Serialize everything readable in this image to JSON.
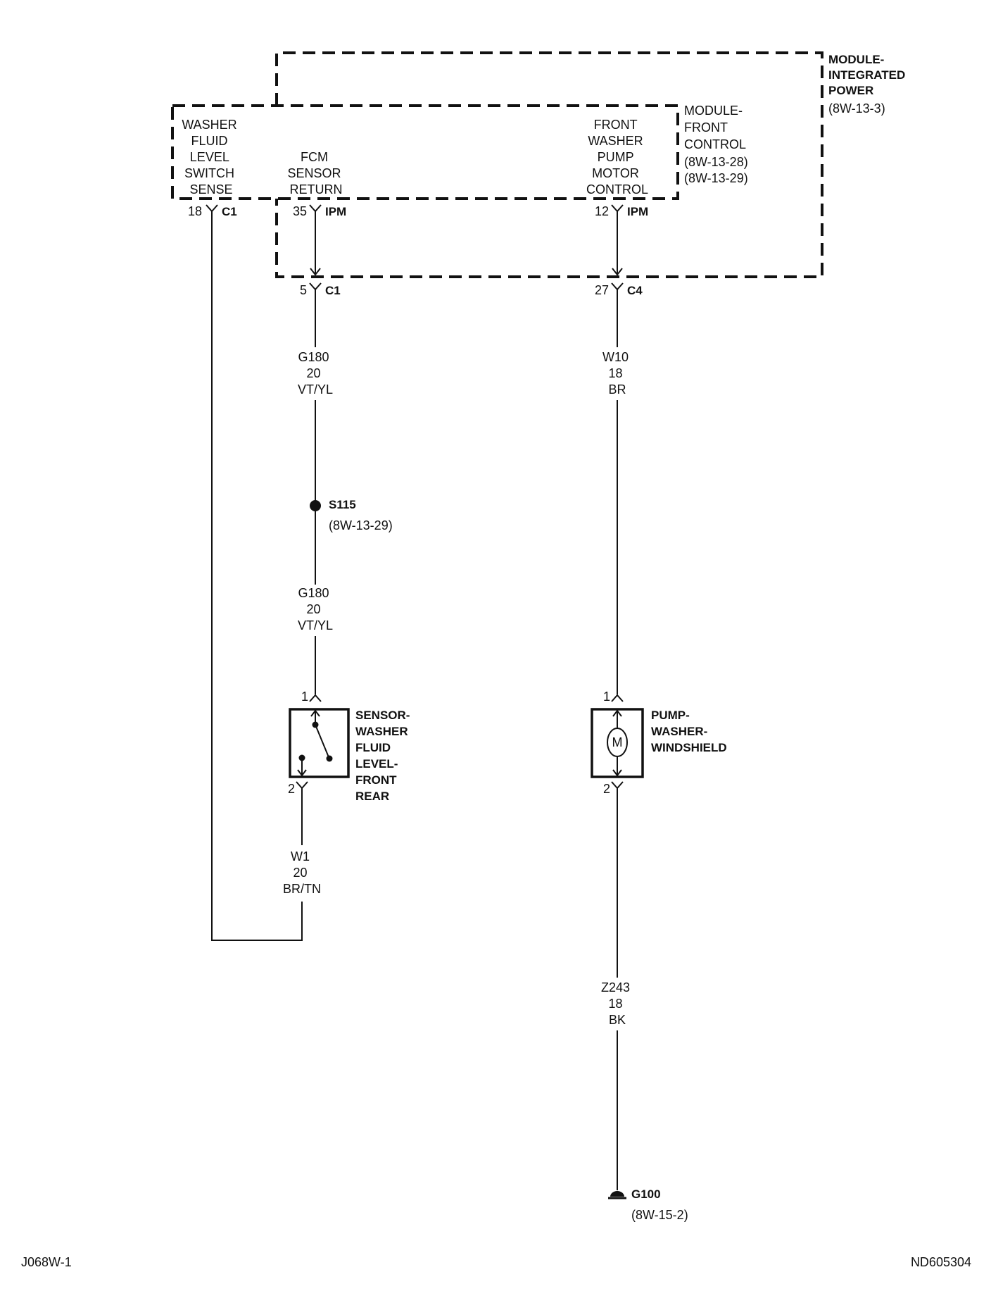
{
  "modules": {
    "ipm": {
      "name": [
        "MODULE-",
        "INTEGRATED",
        "POWER"
      ],
      "ref": "(8W-13-3)"
    },
    "fcm": {
      "name": [
        "MODULE-",
        "FRONT",
        "CONTROL"
      ],
      "refs": [
        "(8W-13-28)",
        "(8W-13-29)"
      ]
    }
  },
  "pins": {
    "washer_sense": {
      "lines": [
        "WASHER",
        "FLUID",
        "LEVEL",
        "SWITCH",
        "SENSE"
      ],
      "pin": "18",
      "connector": "C1"
    },
    "sensor_return": {
      "lines": [
        "FCM",
        "SENSOR",
        "RETURN"
      ],
      "pin": "35",
      "connector": "IPM"
    },
    "pump_control": {
      "lines": [
        "FRONT",
        "WASHER",
        "PUMP",
        "MOTOR",
        "CONTROL"
      ],
      "pin": "12",
      "connector": "IPM"
    }
  },
  "ipm_connectors": {
    "left": {
      "pin": "5",
      "connector": "C1"
    },
    "right": {
      "pin": "27",
      "connector": "C4"
    }
  },
  "wires": {
    "g180_upper": [
      "G180",
      "20",
      "VT/YL"
    ],
    "g180_lower": [
      "G180",
      "20",
      "VT/YL"
    ],
    "w10": [
      "W10",
      "18",
      "BR"
    ],
    "w1": [
      "W1",
      "20",
      "BR/TN"
    ],
    "z243": [
      "Z243",
      "18",
      "BK"
    ]
  },
  "splice": {
    "id": "S115",
    "ref": "(8W-13-29)"
  },
  "sensor": {
    "name": [
      "SENSOR-",
      "WASHER",
      "FLUID",
      "LEVEL-",
      "FRONT",
      "REAR"
    ],
    "pin_top": "1",
    "pin_bottom": "2"
  },
  "pump": {
    "name": [
      "PUMP-",
      "WASHER-",
      "WINDSHIELD"
    ],
    "motor_symbol": "M",
    "pin_top": "1",
    "pin_bottom": "2"
  },
  "ground": {
    "id": "G100",
    "ref": "(8W-15-2)"
  },
  "footer": {
    "left": "J068W-1",
    "right": "ND605304"
  }
}
